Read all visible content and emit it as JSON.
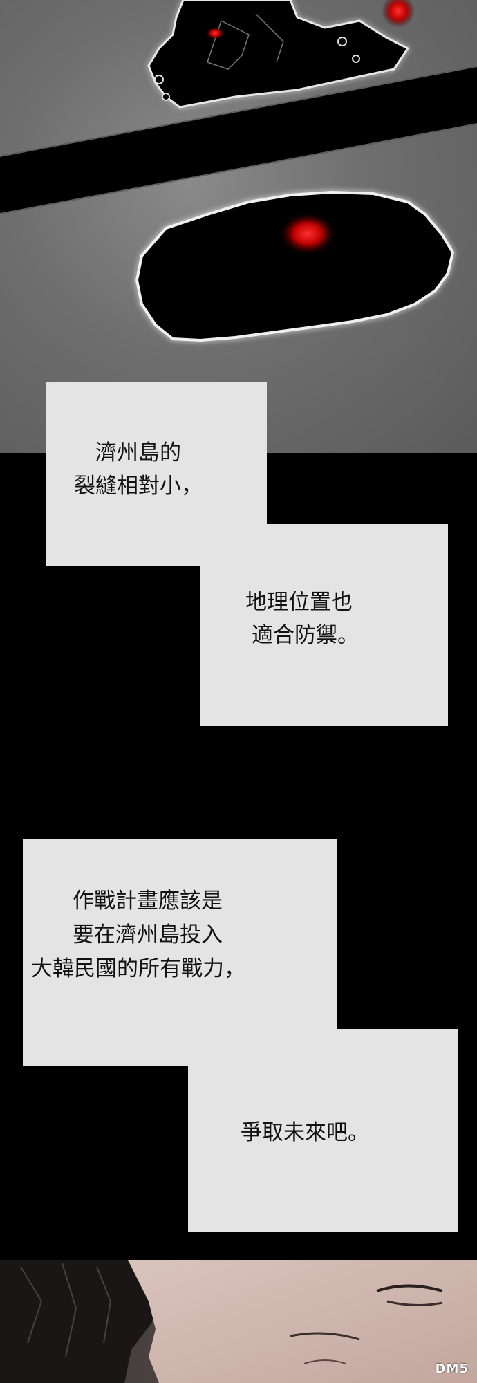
{
  "captions": {
    "box1": {
      "line1": "濟州島的",
      "line2": "裂縫相對小，"
    },
    "box2": {
      "line1": "地理位置也",
      "line2": "適合防禦。"
    },
    "box3": {
      "line1": "作戰計畫應該是",
      "line2": "要在濟州島投入",
      "line3": "大韓民國的所有戰力，"
    },
    "box4": {
      "line1": "爭取未來吧。"
    }
  },
  "watermark": {
    "text": "DM5"
  },
  "colors": {
    "rift_red": "#e00000",
    "panel_grey": "#6e6e6e",
    "box_fill": "#e4e4e4"
  }
}
